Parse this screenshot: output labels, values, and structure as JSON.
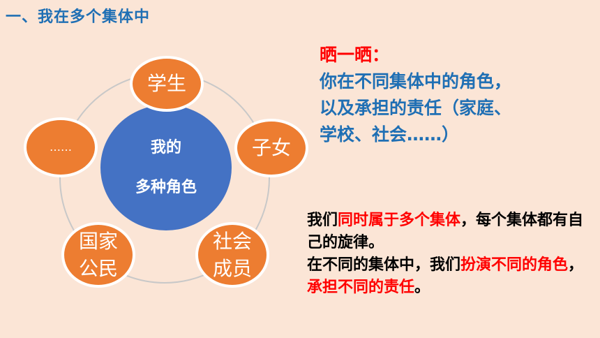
{
  "title": "一、我在多个集体中",
  "diagram": {
    "center_line1": "我的",
    "center_line2": "多种角色",
    "node_student": "学生",
    "node_child": "子女",
    "node_society_line1": "社会",
    "node_society_line2": "成员",
    "node_citizen_line1": "国家",
    "node_citizen_line2": "公民",
    "node_more": "……"
  },
  "share": {
    "heading": "晒一晒：",
    "line1": "你在不同集体中的角色，",
    "line2": "以及承担的责任（家庭、",
    "line3": "学校、社会……）"
  },
  "summary": {
    "p1_a": "我们",
    "p1_b": "同时属于多个集体",
    "p1_c": "，每个集体都有自己的旋律。",
    "p2_a": "在不同的集体中，我们",
    "p2_b": "扮演不同的角色",
    "p2_c": "，",
    "p2_d": "承担不同的责任",
    "p2_e": "。"
  },
  "colors": {
    "background": "#fbe5d6",
    "title": "#1f6fb4",
    "orange_node": "#ed7d31",
    "center_node": "#4472c4",
    "highlight": "#ff0000"
  }
}
